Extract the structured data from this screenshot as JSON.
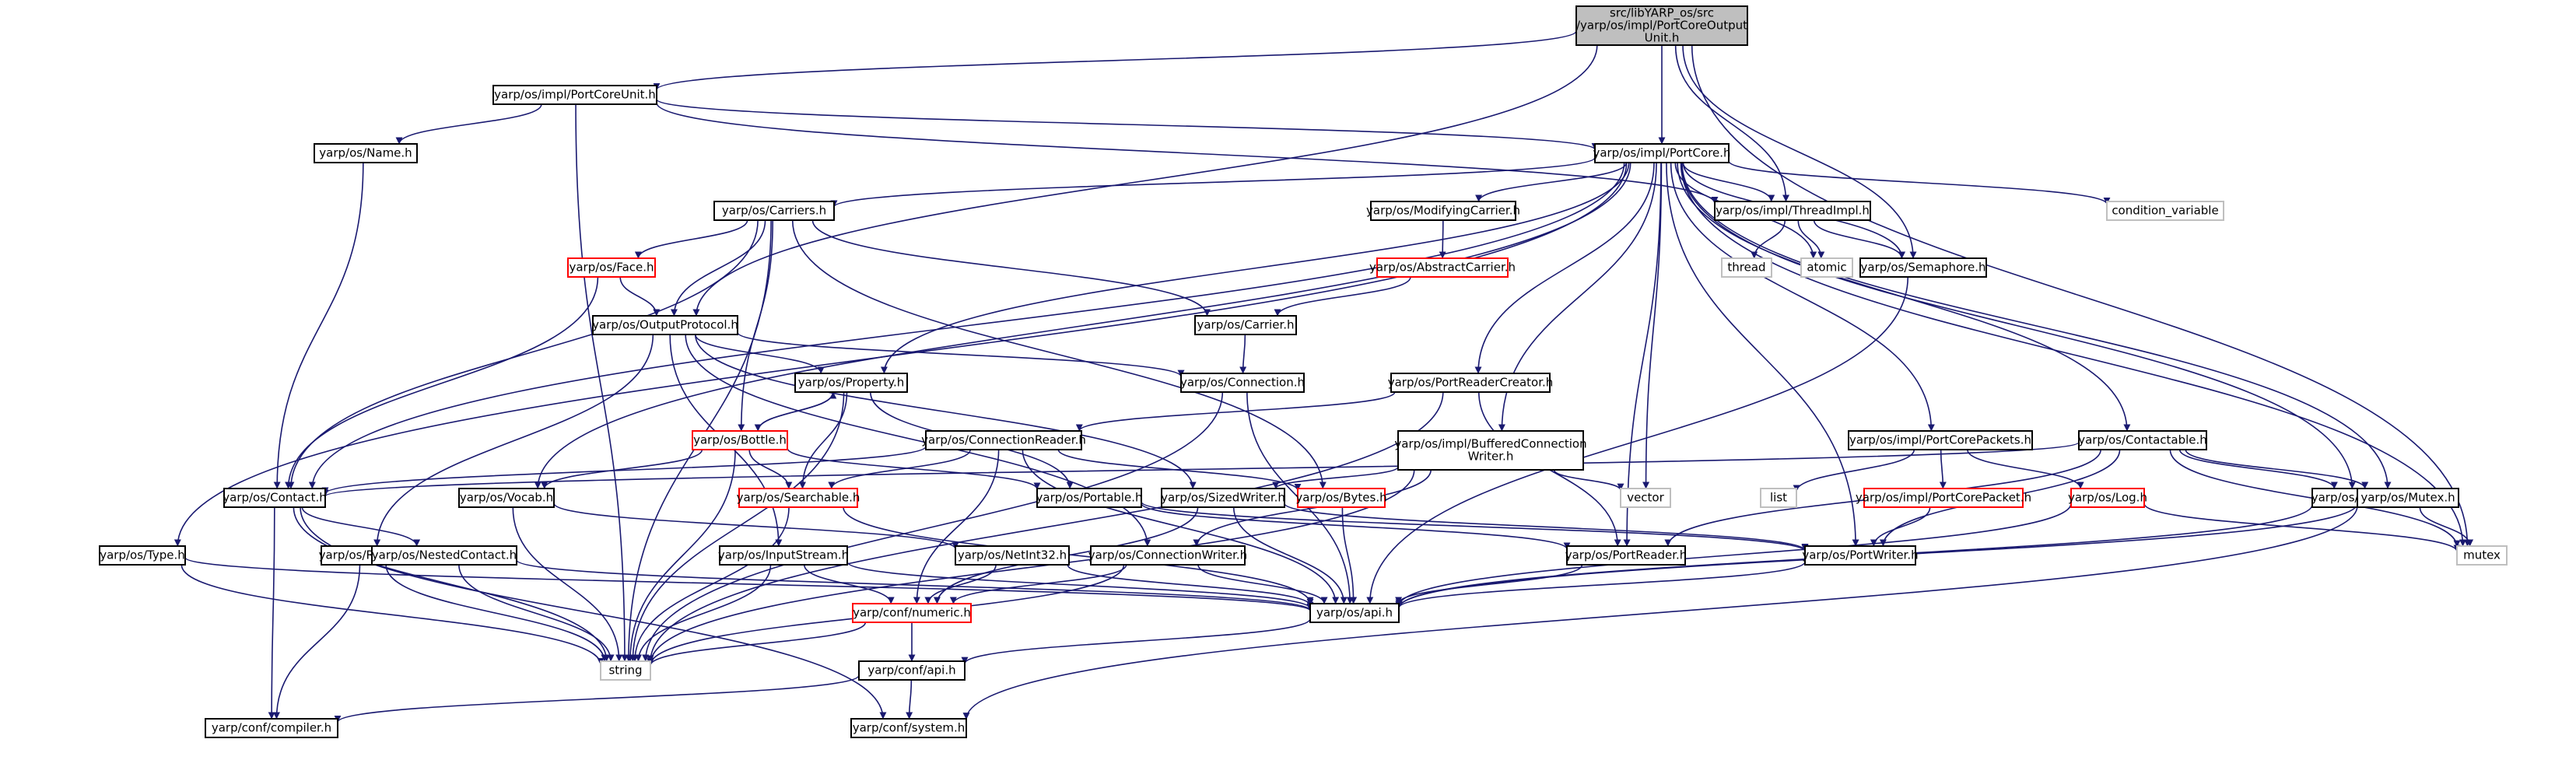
{
  "colors": {
    "edge": "#191970",
    "node_border_default": "#000000",
    "node_border_doc_missing": "#ff0000",
    "node_border_system": "#bfbfbf",
    "root_fill": "#bfbfbf",
    "node_fill": "#ffffff",
    "text": "#000000",
    "text_system": "#000000"
  },
  "nodes": [
    {
      "id": "root",
      "lines": [
        "src/libYARP_os/src",
        "/yarp/os/impl/PortCoreOutput",
        "Unit.h"
      ],
      "style": "root"
    },
    {
      "id": "portcoreunit",
      "lines": [
        "yarp/os/impl/PortCoreUnit.h"
      ],
      "style": "default"
    },
    {
      "id": "name",
      "lines": [
        "yarp/os/Name.h"
      ],
      "style": "default"
    },
    {
      "id": "portcore",
      "lines": [
        "yarp/os/impl/PortCore.h"
      ],
      "style": "default"
    },
    {
      "id": "carriers",
      "lines": [
        "yarp/os/Carriers.h"
      ],
      "style": "default"
    },
    {
      "id": "modifyingcarrier",
      "lines": [
        "yarp/os/ModifyingCarrier.h"
      ],
      "style": "default"
    },
    {
      "id": "threadimpl",
      "lines": [
        "yarp/os/impl/ThreadImpl.h"
      ],
      "style": "default"
    },
    {
      "id": "condvar",
      "lines": [
        "condition_variable"
      ],
      "style": "system"
    },
    {
      "id": "face",
      "lines": [
        "yarp/os/Face.h"
      ],
      "style": "missing"
    },
    {
      "id": "abstractcarrier",
      "lines": [
        "yarp/os/AbstractCarrier.h"
      ],
      "style": "missing"
    },
    {
      "id": "thread",
      "lines": [
        "thread"
      ],
      "style": "system"
    },
    {
      "id": "atomic",
      "lines": [
        "atomic"
      ],
      "style": "system"
    },
    {
      "id": "semaphore",
      "lines": [
        "yarp/os/Semaphore.h"
      ],
      "style": "default"
    },
    {
      "id": "outputprotocol",
      "lines": [
        "yarp/os/OutputProtocol.h"
      ],
      "style": "default"
    },
    {
      "id": "carrier",
      "lines": [
        "yarp/os/Carrier.h"
      ],
      "style": "default"
    },
    {
      "id": "property",
      "lines": [
        "yarp/os/Property.h"
      ],
      "style": "default"
    },
    {
      "id": "connection",
      "lines": [
        "yarp/os/Connection.h"
      ],
      "style": "default"
    },
    {
      "id": "portreadercreator",
      "lines": [
        "yarp/os/PortReaderCreator.h"
      ],
      "style": "default"
    },
    {
      "id": "bottle",
      "lines": [
        "yarp/os/Bottle.h"
      ],
      "style": "missing"
    },
    {
      "id": "connectionreader",
      "lines": [
        "yarp/os/ConnectionReader.h"
      ],
      "style": "default"
    },
    {
      "id": "bufferedwriter",
      "lines": [
        "yarp/os/impl/BufferedConnection",
        "Writer.h"
      ],
      "style": "default"
    },
    {
      "id": "portcorepackets",
      "lines": [
        "yarp/os/impl/PortCorePackets.h"
      ],
      "style": "default"
    },
    {
      "id": "contactable",
      "lines": [
        "yarp/os/Contactable.h"
      ],
      "style": "default"
    },
    {
      "id": "contact",
      "lines": [
        "yarp/os/Contact.h"
      ],
      "style": "default"
    },
    {
      "id": "vocab",
      "lines": [
        "yarp/os/Vocab.h"
      ],
      "style": "default"
    },
    {
      "id": "searchable",
      "lines": [
        "yarp/os/Searchable.h"
      ],
      "style": "missing"
    },
    {
      "id": "portable",
      "lines": [
        "yarp/os/Portable.h"
      ],
      "style": "default"
    },
    {
      "id": "bytes",
      "lines": [
        "yarp/os/Bytes.h"
      ],
      "style": "missing"
    },
    {
      "id": "sizedwriter",
      "lines": [
        "yarp/os/SizedWriter.h"
      ],
      "style": "default"
    },
    {
      "id": "vector",
      "lines": [
        "vector"
      ],
      "style": "system"
    },
    {
      "id": "list",
      "lines": [
        "list"
      ],
      "style": "system"
    },
    {
      "id": "portcorepacket",
      "lines": [
        "yarp/os/impl/PortCorePacket.h"
      ],
      "style": "missing"
    },
    {
      "id": "log",
      "lines": [
        "yarp/os/Log.h"
      ],
      "style": "missing"
    },
    {
      "id": "portreport",
      "lines": [
        "yarp/os/PortReport.h"
      ],
      "style": "default"
    },
    {
      "id": "mutex_h",
      "lines": [
        "yarp/os/Mutex.h"
      ],
      "style": "default"
    },
    {
      "id": "type",
      "lines": [
        "yarp/os/Type.h"
      ],
      "style": "default"
    },
    {
      "id": "route",
      "lines": [
        "yarp/os/Route.h"
      ],
      "style": "default"
    },
    {
      "id": "nestedcontact",
      "lines": [
        "yarp/os/NestedContact.h"
      ],
      "style": "default"
    },
    {
      "id": "inputstream",
      "lines": [
        "yarp/os/InputStream.h"
      ],
      "style": "default"
    },
    {
      "id": "netint32",
      "lines": [
        "yarp/os/NetInt32.h"
      ],
      "style": "default"
    },
    {
      "id": "connectionwriter",
      "lines": [
        "yarp/os/ConnectionWriter.h"
      ],
      "style": "default"
    },
    {
      "id": "portreader",
      "lines": [
        "yarp/os/PortReader.h"
      ],
      "style": "default"
    },
    {
      "id": "portwriter",
      "lines": [
        "yarp/os/PortWriter.h"
      ],
      "style": "default"
    },
    {
      "id": "mutex",
      "lines": [
        "mutex"
      ],
      "style": "system"
    },
    {
      "id": "numeric",
      "lines": [
        "yarp/conf/numeric.h"
      ],
      "style": "missing"
    },
    {
      "id": "osapi",
      "lines": [
        "yarp/os/api.h"
      ],
      "style": "default"
    },
    {
      "id": "string",
      "lines": [
        "string"
      ],
      "style": "system"
    },
    {
      "id": "confapi",
      "lines": [
        "yarp/conf/api.h"
      ],
      "style": "default"
    },
    {
      "id": "compiler",
      "lines": [
        "yarp/conf/compiler.h"
      ],
      "style": "default"
    },
    {
      "id": "system",
      "lines": [
        "yarp/conf/system.h"
      ],
      "style": "default"
    }
  ],
  "edges": [
    [
      "root",
      "portcoreunit"
    ],
    [
      "root",
      "outputprotocol"
    ],
    [
      "root",
      "portcore"
    ],
    [
      "root",
      "threadimpl"
    ],
    [
      "root",
      "semaphore"
    ],
    [
      "root",
      "mutex"
    ],
    [
      "portcoreunit",
      "name"
    ],
    [
      "portcoreunit",
      "portcore"
    ],
    [
      "portcoreunit",
      "threadimpl"
    ],
    [
      "portcoreunit",
      "string"
    ],
    [
      "name",
      "contact"
    ],
    [
      "portcore",
      "carriers"
    ],
    [
      "portcore",
      "modifyingcarrier"
    ],
    [
      "portcore",
      "threadimpl"
    ],
    [
      "portcore",
      "condvar"
    ],
    [
      "portcore",
      "atomic"
    ],
    [
      "portcore",
      "semaphore"
    ],
    [
      "portcore",
      "property"
    ],
    [
      "portcore",
      "portreadercreator"
    ],
    [
      "portcore",
      "bufferedwriter"
    ],
    [
      "portcore",
      "portcorepackets"
    ],
    [
      "portcore",
      "contactable"
    ],
    [
      "portcore",
      "contact"
    ],
    [
      "portcore",
      "vocab"
    ],
    [
      "portcore",
      "type"
    ],
    [
      "portcore",
      "vector"
    ],
    [
      "portcore",
      "portreader"
    ],
    [
      "portcore",
      "portwriter"
    ],
    [
      "portcore",
      "portreport"
    ],
    [
      "portcore",
      "mutex_h"
    ],
    [
      "portcore",
      "mutex"
    ],
    [
      "carriers",
      "face"
    ],
    [
      "carriers",
      "outputprotocol"
    ],
    [
      "carriers",
      "carrier"
    ],
    [
      "carriers",
      "bottle"
    ],
    [
      "carriers",
      "bytes"
    ],
    [
      "carriers",
      "contact"
    ],
    [
      "carriers",
      "string"
    ],
    [
      "modifyingcarrier",
      "abstractcarrier"
    ],
    [
      "abstractcarrier",
      "carrier"
    ],
    [
      "threadimpl",
      "thread"
    ],
    [
      "threadimpl",
      "atomic"
    ],
    [
      "threadimpl",
      "semaphore"
    ],
    [
      "semaphore",
      "osapi"
    ],
    [
      "face",
      "outputprotocol"
    ],
    [
      "face",
      "contact"
    ],
    [
      "outputprotocol",
      "property"
    ],
    [
      "outputprotocol",
      "connection"
    ],
    [
      "outputprotocol",
      "sizedwriter"
    ],
    [
      "outputprotocol",
      "route"
    ],
    [
      "outputprotocol",
      "inputstream"
    ],
    [
      "outputprotocol",
      "connectionwriter"
    ],
    [
      "carrier",
      "connection"
    ],
    [
      "property",
      "bottle"
    ],
    [
      "property",
      "searchable"
    ],
    [
      "property",
      "portable"
    ],
    [
      "property",
      "string"
    ],
    [
      "connection",
      "osapi"
    ],
    [
      "connection",
      "string"
    ],
    [
      "portreadercreator",
      "connectionreader"
    ],
    [
      "portreadercreator",
      "portreader"
    ],
    [
      "portreadercreator",
      "string"
    ],
    [
      "bottle",
      "property"
    ],
    [
      "bottle",
      "vocab"
    ],
    [
      "bottle",
      "searchable"
    ],
    [
      "bottle",
      "portable"
    ],
    [
      "bottle",
      "string"
    ],
    [
      "connectionreader",
      "contact"
    ],
    [
      "connectionreader",
      "searchable"
    ],
    [
      "connectionreader",
      "bytes"
    ],
    [
      "connectionreader",
      "numeric"
    ],
    [
      "connectionreader",
      "osapi"
    ],
    [
      "bufferedwriter",
      "sizedwriter"
    ],
    [
      "bufferedwriter",
      "vector"
    ],
    [
      "bufferedwriter",
      "connectionwriter"
    ],
    [
      "bufferedwriter",
      "string"
    ],
    [
      "portcorepackets",
      "list"
    ],
    [
      "portcorepackets",
      "portcorepacket"
    ],
    [
      "portcorepackets",
      "log"
    ],
    [
      "portcorepacket",
      "portwriter"
    ],
    [
      "log",
      "osapi"
    ],
    [
      "log",
      "mutex"
    ],
    [
      "contactable",
      "contact"
    ],
    [
      "contactable",
      "portreader"
    ],
    [
      "contactable",
      "portwriter"
    ],
    [
      "contactable",
      "portreport"
    ],
    [
      "contactable",
      "mutex_h"
    ],
    [
      "contactable",
      "mutex"
    ],
    [
      "contact",
      "nestedcontact"
    ],
    [
      "contact",
      "string"
    ],
    [
      "contact",
      "compiler"
    ],
    [
      "contact",
      "system"
    ],
    [
      "vocab",
      "netint32"
    ],
    [
      "vocab",
      "string"
    ],
    [
      "searchable",
      "osapi"
    ],
    [
      "searchable",
      "string"
    ],
    [
      "portable",
      "portreader"
    ],
    [
      "portable",
      "portwriter"
    ],
    [
      "bytes",
      "osapi"
    ],
    [
      "sizedwriter",
      "portwriter"
    ],
    [
      "sizedwriter",
      "osapi"
    ],
    [
      "sizedwriter",
      "numeric"
    ],
    [
      "portreport",
      "osapi"
    ],
    [
      "mutex_h",
      "osapi"
    ],
    [
      "mutex_h",
      "mutex"
    ],
    [
      "mutex_h",
      "system"
    ],
    [
      "type",
      "osapi"
    ],
    [
      "type",
      "string"
    ],
    [
      "route",
      "string"
    ],
    [
      "route",
      "compiler"
    ],
    [
      "nestedcontact",
      "osapi"
    ],
    [
      "nestedcontact",
      "string"
    ],
    [
      "inputstream",
      "numeric"
    ],
    [
      "inputstream",
      "osapi"
    ],
    [
      "inputstream",
      "string"
    ],
    [
      "netint32",
      "numeric"
    ],
    [
      "netint32",
      "osapi"
    ],
    [
      "connectionwriter",
      "numeric"
    ],
    [
      "connectionwriter",
      "osapi"
    ],
    [
      "connectionwriter",
      "string"
    ],
    [
      "portreader",
      "osapi"
    ],
    [
      "portwriter",
      "osapi"
    ],
    [
      "numeric",
      "confapi"
    ],
    [
      "numeric",
      "string"
    ],
    [
      "osapi",
      "confapi"
    ],
    [
      "confapi",
      "compiler"
    ],
    [
      "confapi",
      "system"
    ]
  ]
}
